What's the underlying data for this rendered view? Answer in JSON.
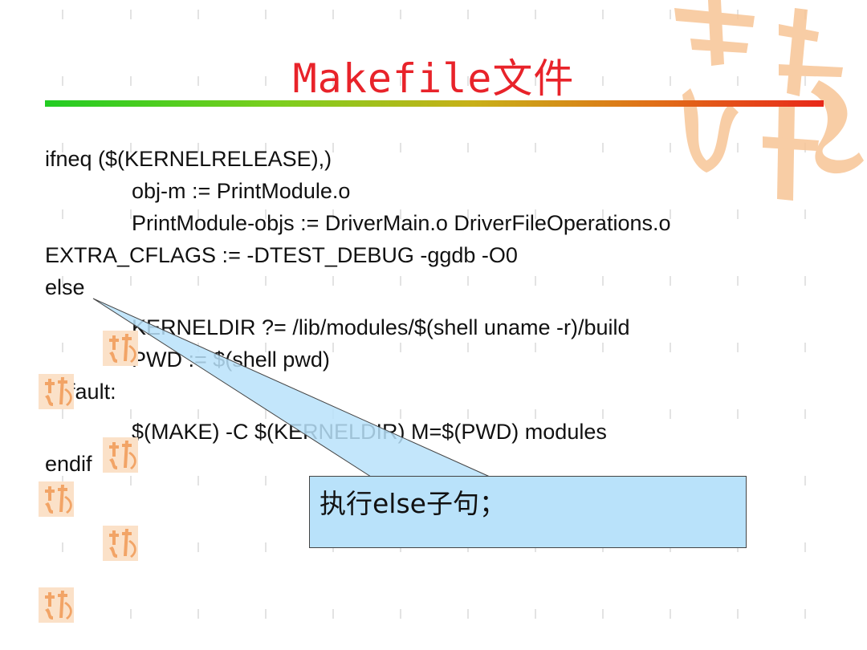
{
  "slide": {
    "title": "Makefile文件",
    "code_lines": [
      "ifneq ($(KERNELRELEASE),)",
      "obj-m := PrintModule.o",
      "PrintModule-objs := DriverMain.o DriverFileOperations.o",
      "EXTRA_CFLAGS := -DTEST_DEBUG -ggdb -O0",
      "else",
      "KERNELDIR ?= /lib/modules/$(shell uname -r)/build",
      "PWD := $(shell pwd)",
      "default:",
      "$(MAKE) -C $(KERNELDIR) M=$(PWD) modules",
      "endif"
    ],
    "callout_text": "执行else子句；"
  },
  "colors": {
    "title": "#e8232a",
    "callout_fill": "#b9e2fa",
    "decor_orange": "#f7b87a"
  },
  "icons": [
    "seal-decoration-icon",
    "calligraphy-decoration-icon"
  ]
}
